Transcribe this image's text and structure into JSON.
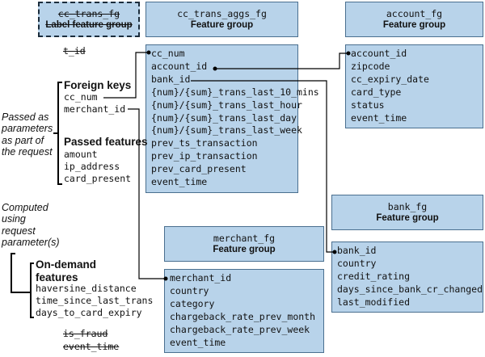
{
  "label_box": {
    "name": "cc_trans_fg",
    "label": "Label feature group"
  },
  "left_columns": {
    "t_id": "t_id",
    "foreign_keys": {
      "heading": "Foreign keys",
      "items": [
        "cc_num",
        "merchant_id"
      ]
    },
    "passed_features": {
      "heading": "Passed features",
      "items": [
        "amount",
        "ip_address",
        "card_present"
      ]
    },
    "on_demand": {
      "heading_line1": "On-demand",
      "heading_line2": "features",
      "items": [
        "haversine_distance",
        "time_since_last_trans",
        "days_to_card_expiry"
      ]
    },
    "is_fraud": "is_fraud",
    "event_time": "event_time"
  },
  "annotations": {
    "passed_as": [
      "Passed as",
      "parameters",
      "as part of",
      "the request"
    ],
    "computed_using": [
      "Computed",
      "using",
      "request",
      "parameter(s)"
    ]
  },
  "feature_groups": {
    "cc_trans_aggs_fg": {
      "name": "cc_trans_aggs_fg",
      "label": "Feature group",
      "fields": [
        "cc_num",
        "account_id",
        "bank_id",
        "{num}/{sum}_trans_last_10_mins",
        "{num}/{sum}_trans_last_hour",
        "{num}/{sum}_trans_last_day",
        "{num}/{sum}_trans_last_week",
        "prev_ts_transaction",
        "prev_ip_transaction",
        "prev_card_present",
        "event_time"
      ]
    },
    "account_fg": {
      "name": "account_fg",
      "label": "Feature group",
      "fields": [
        "account_id",
        "zipcode",
        "cc_expiry_date",
        "card_type",
        "status",
        "event_time"
      ]
    },
    "bank_fg": {
      "name": "bank_fg",
      "label": "Feature group",
      "fields": [
        "bank_id",
        "country",
        "credit_rating",
        "days_since_bank_cr_changed",
        "last_modified"
      ]
    },
    "merchant_fg": {
      "name": "merchant_fg",
      "label": "Feature group",
      "fields": [
        "merchant_id",
        "country",
        "category",
        "chargeback_rate_prev_month",
        "chargeback_rate_prev_week",
        "event_time"
      ]
    }
  }
}
